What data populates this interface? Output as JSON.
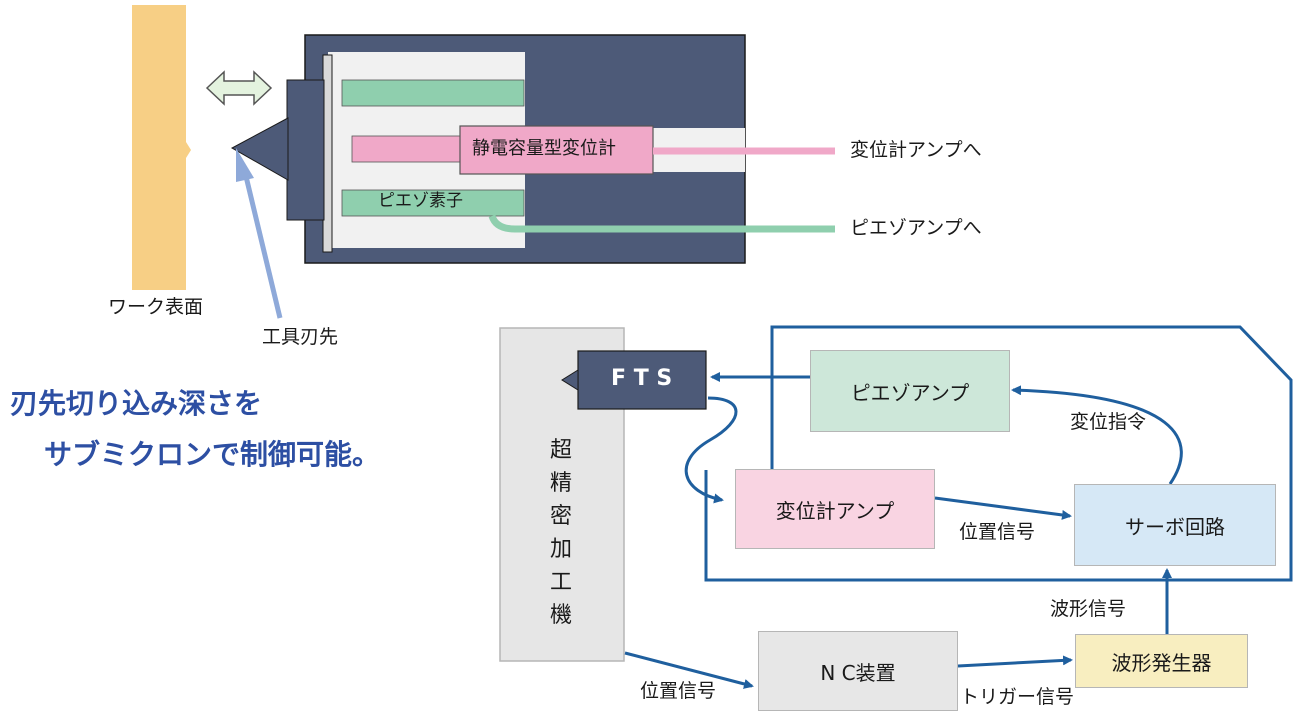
{
  "top": {
    "sensor_label": "静電容量型変位計",
    "piezo_label": "ピエゾ素子",
    "out_sensor": "変位計アンプへ",
    "out_piezo": "ピエゾアンプへ",
    "work_surface": "ワーク表面",
    "tool_tip": "工具刃先"
  },
  "headline": {
    "line1": "刃先切り込み深さを",
    "line2": "サブミクロンで制御可能。"
  },
  "block": {
    "machine_chars": [
      "超",
      "精",
      "密",
      "加",
      "工",
      "機"
    ],
    "fts": "F T S",
    "piezo_amp": "ピエゾアンプ",
    "disp_amp": "変位計アンプ",
    "servo": "サーボ回路",
    "nc": "N C装置",
    "wave_gen": "波形発生器",
    "lbl_disp_cmd": "変位指令",
    "lbl_pos_signal_1": "位置信号",
    "lbl_wave_signal": "波形信号",
    "lbl_pos_signal_2": "位置信号",
    "lbl_trigger": "トリガー信号"
  },
  "colors": {
    "housing": "#4d5a78",
    "work": "#f7cf85",
    "piezo": "#8fcfae",
    "sensor": "#f0a8c8",
    "flow_blue": "#1f5f9e",
    "headline": "#2d4fa3"
  }
}
